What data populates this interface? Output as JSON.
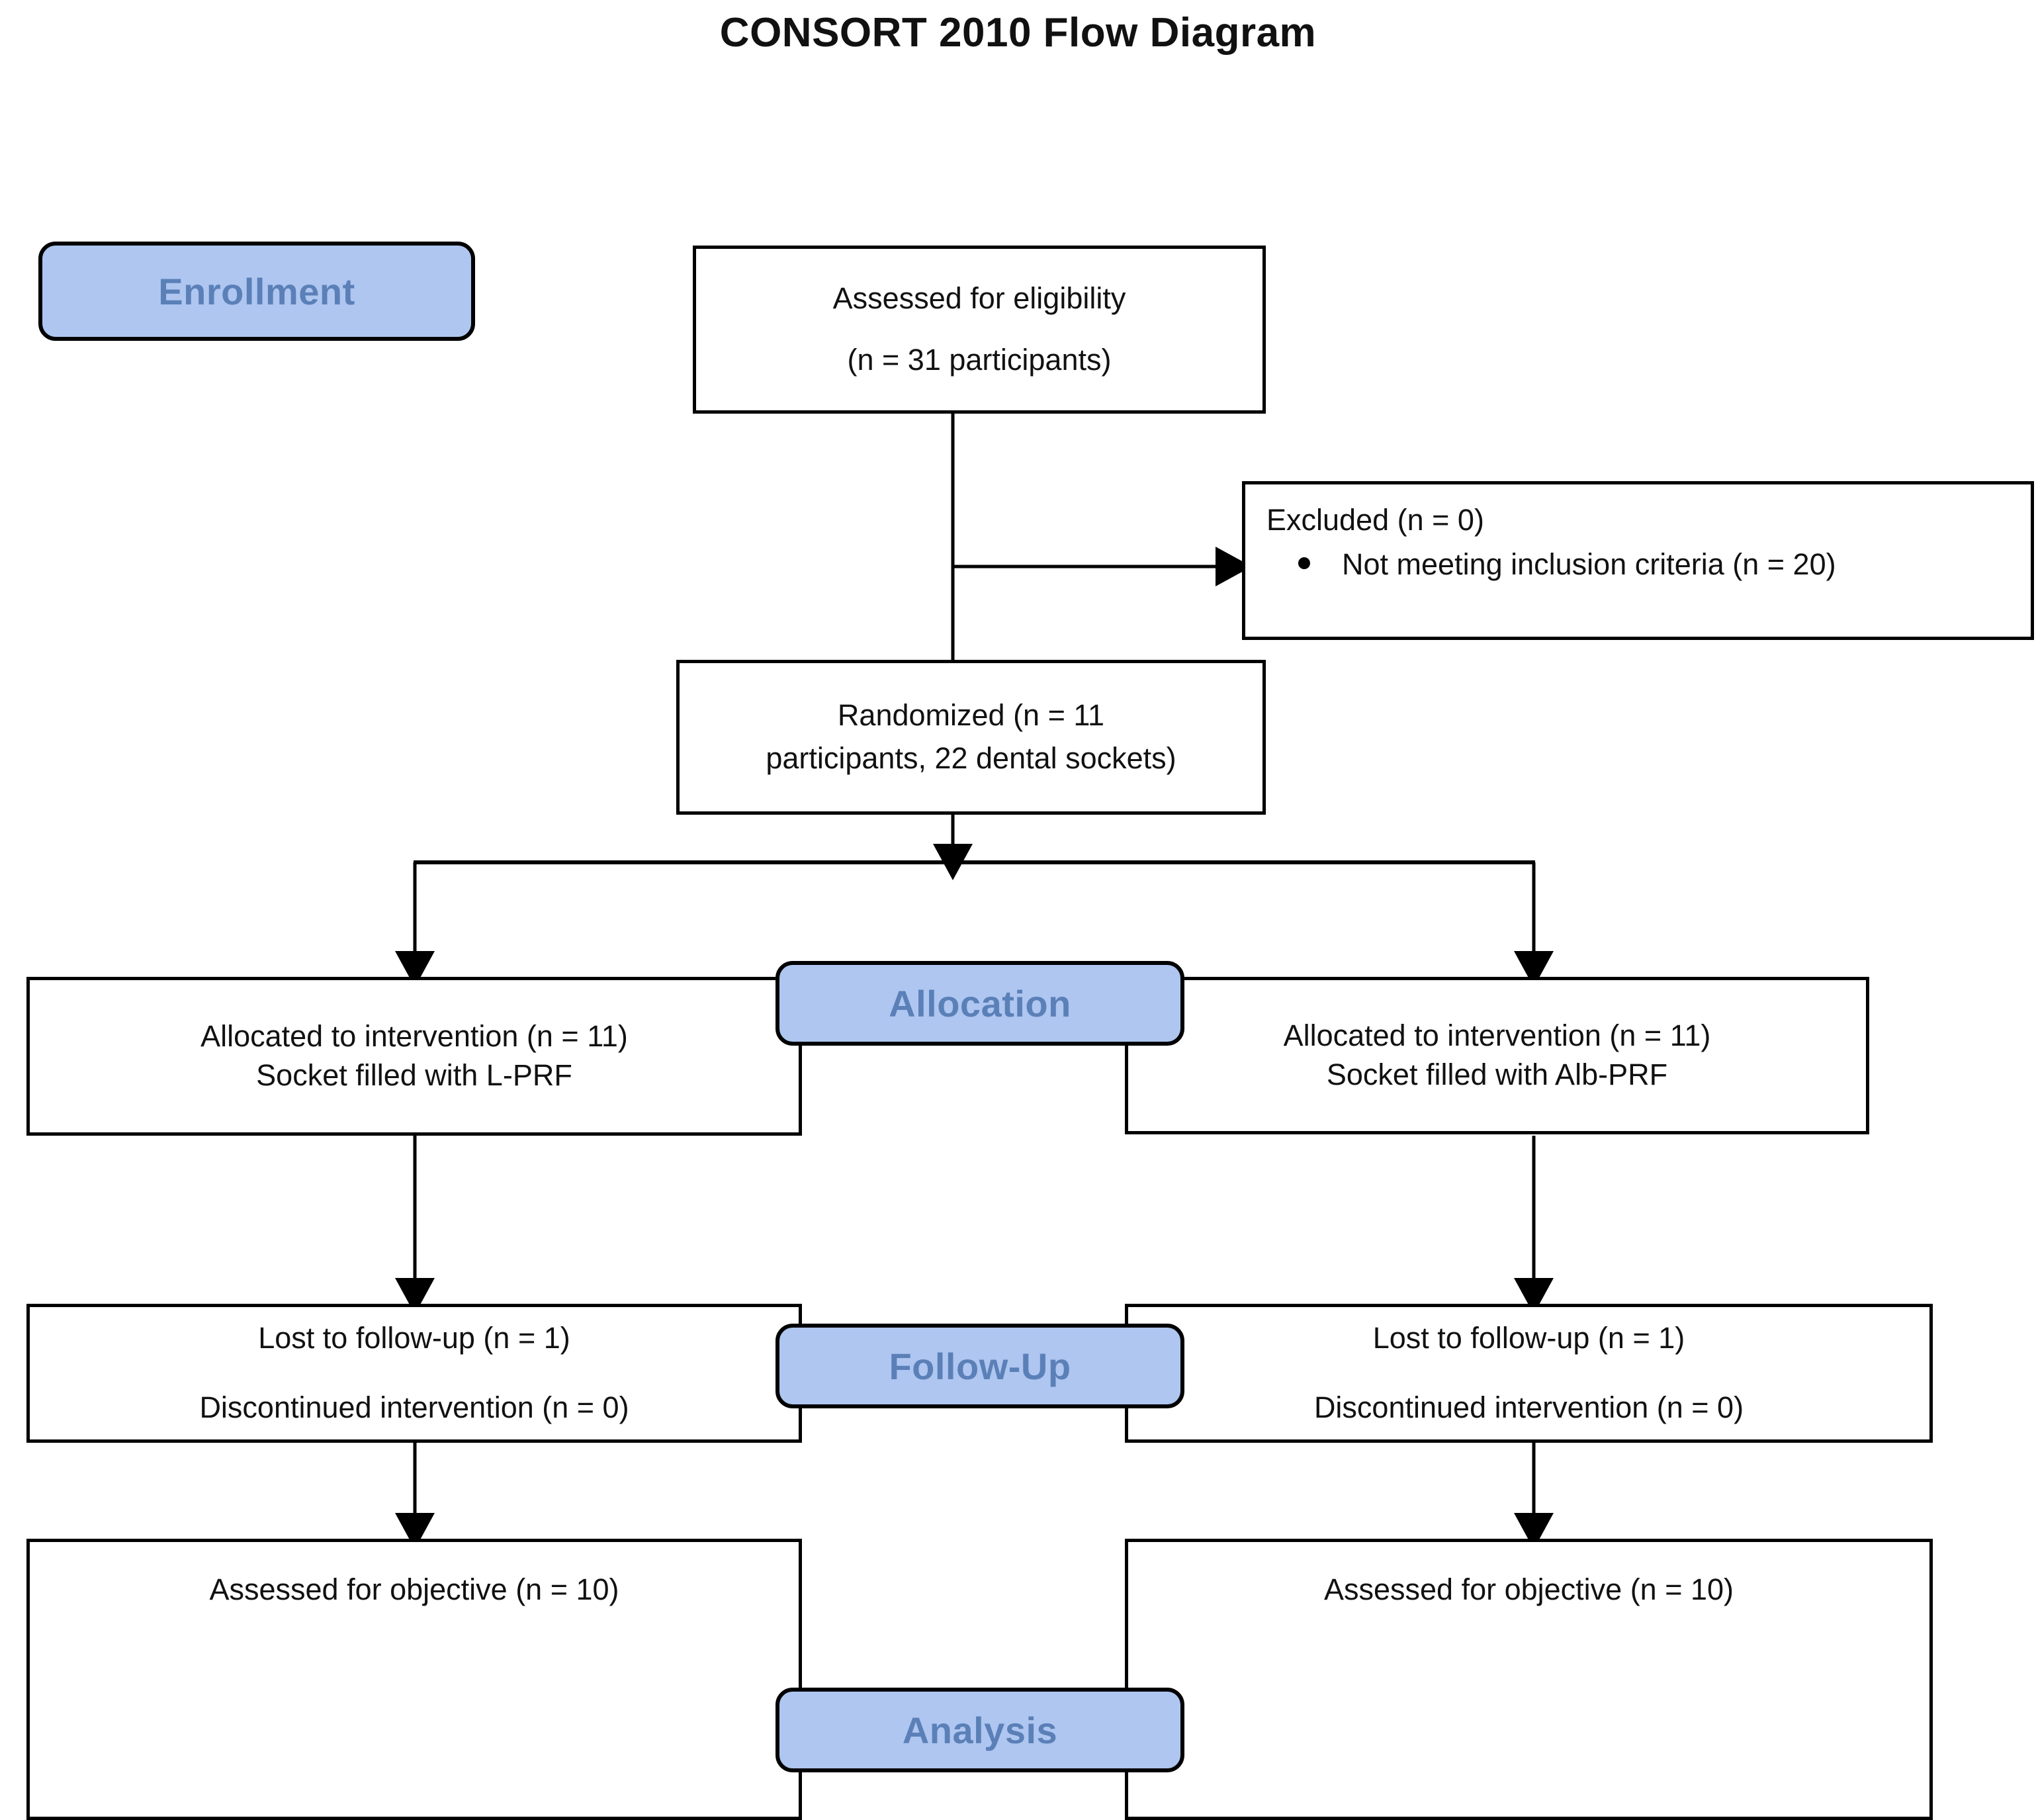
{
  "title": "CONSORT 2010 Flow Diagram",
  "colors": {
    "badge_fill": "#aec6f0",
    "badge_text": "#5b80b8",
    "box_border": "#000000",
    "box_fill": "#ffffff",
    "connector": "#000000",
    "page_background": "#ffffff"
  },
  "stages": {
    "enrollment": "Enrollment",
    "allocation": "Allocation",
    "followup": "Follow-Up",
    "analysis": "Analysis"
  },
  "nodes": {
    "eligibility": {
      "line1": "Assessed for eligibility",
      "line2": "(n = 31 participants)"
    },
    "excluded": {
      "heading": "Excluded (n = 0)",
      "bullet1": "Not meeting inclusion criteria (n = 20)"
    },
    "randomized": {
      "line1": "Randomized (n = 11",
      "line2": "participants, 22 dental sockets)"
    },
    "allocation_left": {
      "line1": "Allocated to intervention (n = 11)",
      "line2": "Socket filled with L-PRF"
    },
    "allocation_right": {
      "line1": "Allocated to intervention (n = 11)",
      "line2": "Socket filled with Alb-PRF"
    },
    "followup_left": {
      "line1": "Lost to follow-up (n = 1)",
      "line2": "Discontinued intervention (n = 0)"
    },
    "followup_right": {
      "line1": "Lost to follow-up (n = 1)",
      "line2": "Discontinued intervention (n = 0)"
    },
    "analysis_left": {
      "line1": "Assessed for objective (n = 10)"
    },
    "analysis_right": {
      "line1": "Assessed for objective (n = 10)"
    }
  },
  "chart_data": {
    "type": "diagram",
    "title": "CONSORT 2010 Flow Diagram",
    "flow": [
      {
        "stage": "Enrollment",
        "node": "Assessed for eligibility",
        "n": 31,
        "unit": "participants"
      },
      {
        "stage": "Enrollment",
        "node": "Excluded",
        "n": 0
      },
      {
        "stage": "Enrollment",
        "node": "Not meeting inclusion criteria",
        "n": 20
      },
      {
        "stage": "Enrollment",
        "node": "Randomized",
        "n": 11,
        "unit": "participants",
        "sockets": 22
      },
      {
        "stage": "Allocation",
        "arm": "L-PRF",
        "node": "Allocated to intervention",
        "n": 11
      },
      {
        "stage": "Allocation",
        "arm": "Alb-PRF",
        "node": "Allocated to intervention",
        "n": 11
      },
      {
        "stage": "Follow-Up",
        "arm": "L-PRF",
        "node": "Lost to follow-up",
        "n": 1
      },
      {
        "stage": "Follow-Up",
        "arm": "L-PRF",
        "node": "Discontinued intervention",
        "n": 0
      },
      {
        "stage": "Follow-Up",
        "arm": "Alb-PRF",
        "node": "Lost to follow-up",
        "n": 1
      },
      {
        "stage": "Follow-Up",
        "arm": "Alb-PRF",
        "node": "Discontinued intervention",
        "n": 0
      },
      {
        "stage": "Analysis",
        "arm": "L-PRF",
        "node": "Assessed for objective",
        "n": 10
      },
      {
        "stage": "Analysis",
        "arm": "Alb-PRF",
        "node": "Assessed for objective",
        "n": 10
      }
    ]
  }
}
